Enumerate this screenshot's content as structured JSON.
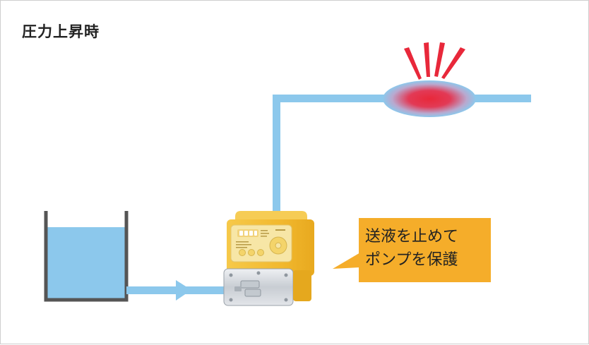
{
  "title": "圧力上昇時",
  "callout": {
    "line1": "送液を止めて",
    "line2": "ポンプを保護"
  },
  "colors": {
    "pipe": "#8cc8ec",
    "water": "#8cc8ec",
    "tank_wall": "#555555",
    "burst_red": "#e8283a",
    "callout_bg": "#f5ad2a",
    "pump_body": "#f3be3a",
    "pump_panel": "#f7e6a6",
    "pump_head": "#d9dde2"
  },
  "icons": [
    "pressure-burst-icon",
    "flow-arrow-icon",
    "pump-icon"
  ]
}
